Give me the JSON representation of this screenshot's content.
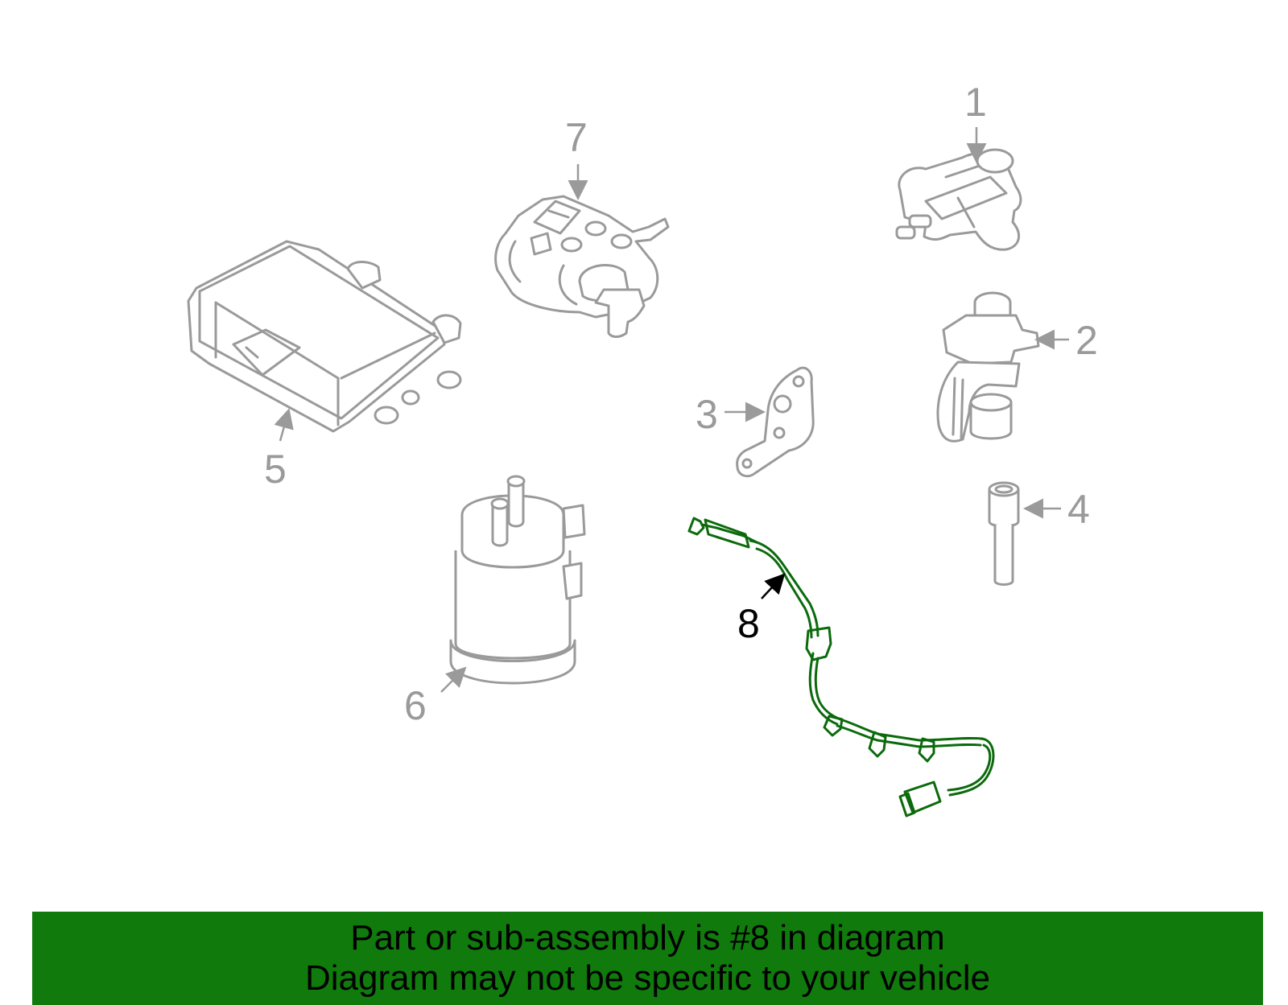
{
  "diagram": {
    "callouts": [
      "1",
      "2",
      "3",
      "4",
      "5",
      "6",
      "7",
      "8"
    ],
    "highlighted_part": "8",
    "colors": {
      "part_outline": "#9a9a9a",
      "callout_text": "#9a9a9a",
      "highlight": "#0b6a0b",
      "banner_bg": "#117a0d"
    }
  },
  "banner": {
    "line1": "Part or sub-assembly is #8 in diagram",
    "line2": "Diagram may not be specific to your vehicle"
  }
}
